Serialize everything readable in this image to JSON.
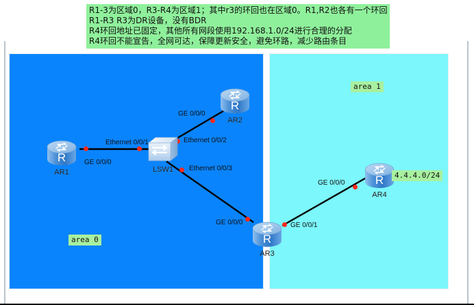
{
  "notes": {
    "lines": [
      "R1-3为区域0，R3-R4为区域1；其中r3的环回也在区域0。R1,R2也各有一个环回",
      "R1-R3  R3为DR设备，没有BDR",
      "R4环回地址已固定，其他所有网段使用192.168.1.0/24进行合理的分配",
      "R4环回不能宣告，全网可达，保障更新安全，避免环路，减少路由条目"
    ],
    "background_color": "#8ff09b"
  },
  "areas": [
    {
      "id": "area0",
      "tag": "area 0",
      "fill_color": "#0a84fc",
      "tag_color": "#a8f0a0"
    },
    {
      "id": "area1",
      "tag": "area 1",
      "fill_color": "#7cf7fb",
      "tag_color": "#a8f0a0"
    }
  ],
  "nodes": [
    {
      "id": "ar1",
      "label": "AR1",
      "type": "router-icon"
    },
    {
      "id": "ar2",
      "label": "AR2",
      "type": "router-icon"
    },
    {
      "id": "ar3",
      "label": "AR3",
      "type": "router-icon"
    },
    {
      "id": "ar4",
      "label": "AR4",
      "type": "router-icon"
    },
    {
      "id": "lsw1",
      "label": "LSW1",
      "type": "switch-icon"
    }
  ],
  "port_labels": [
    {
      "id": "ar1-ge000",
      "text": "GE 0/0/0"
    },
    {
      "id": "lsw1-eth001",
      "text": "Ethernet 0/0/1"
    },
    {
      "id": "ar2-ge000",
      "text": "GE 0/0/0"
    },
    {
      "id": "lsw1-eth002",
      "text": "Ethernet 0/0/2"
    },
    {
      "id": "lsw1-eth003",
      "text": "Ethernet 0/0/3"
    },
    {
      "id": "ar3-ge000",
      "text": "GE 0/0/0"
    },
    {
      "id": "ar3-ge001",
      "text": "GE 0/0/1"
    },
    {
      "id": "ar4-ge000",
      "text": "GE 0/0/0"
    }
  ],
  "loopback": {
    "label": "4.4.4.0/24",
    "background_color": "#a8f0a0"
  }
}
